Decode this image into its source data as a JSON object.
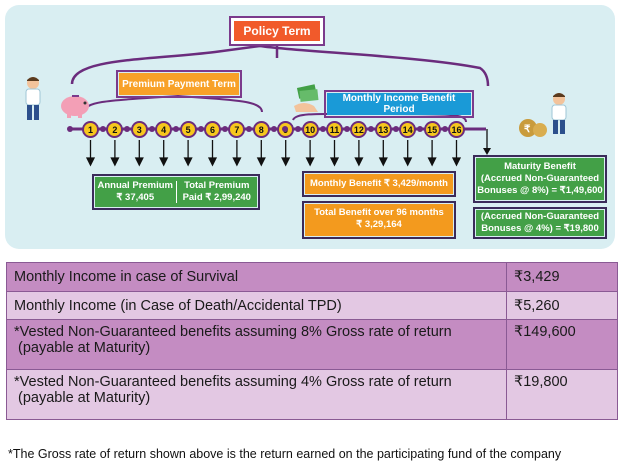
{
  "diagram": {
    "policy_term": "Policy Term",
    "premium_payment_term": "Premium Payment Term",
    "monthly_income_benefit_period": "Monthly Income Benefit Period",
    "years": [
      "1",
      "2",
      "3",
      "4",
      "5",
      "6",
      "7",
      "8",
      "9",
      "10",
      "11",
      "12",
      "13",
      "14",
      "15",
      "16"
    ],
    "annual_premium": {
      "label": "Annual Premium",
      "value": "₹ 37,405"
    },
    "total_premium": {
      "label": "Total Premium",
      "value": "Paid ₹ 2,99,240"
    },
    "monthly_benefit": "Monthly Benefit ₹ 3,429/month",
    "total_benefit": {
      "line1": "Total Benefit over 96 months",
      "line2": "₹ 3,29,164"
    },
    "maturity_benefit": {
      "line1": "Maturity Benefit",
      "line2": "(Accrued Non-Guaranteed",
      "line3": "Bonuses @ 8%) = ₹1,49,600"
    },
    "maturity_alt": {
      "line1": "(Accrued Non-Guaranteed",
      "line2": "Bonuses @ 4%) = ₹19,800"
    },
    "colors": {
      "panel": "#d9eef2",
      "purple": "#6b2c7d",
      "orange": "#f39a1e",
      "green": "#43a047",
      "blue": "#1a9ad7",
      "red_orange": "#f15a2b",
      "yellow": "#f7c71d"
    }
  },
  "table": {
    "rows": [
      {
        "label": "Monthly Income in case of Survival",
        "amount": "₹3,429"
      },
      {
        "label": "Monthly Income (in Case of Death/Accidental TPD)",
        "amount": "₹5,260"
      },
      {
        "label": "*Vested Non-Guaranteed benefits  assuming 8% Gross rate of return",
        "sub": " (payable at Maturity)",
        "amount": "₹149,600"
      },
      {
        "label": "*Vested Non-Guaranteed benefits  assuming 4% Gross rate of return",
        "sub": " (payable at Maturity)",
        "amount": "₹19,800"
      }
    ]
  },
  "footnote": "*The Gross rate of return shown above is the return earned on the participating fund of the company"
}
